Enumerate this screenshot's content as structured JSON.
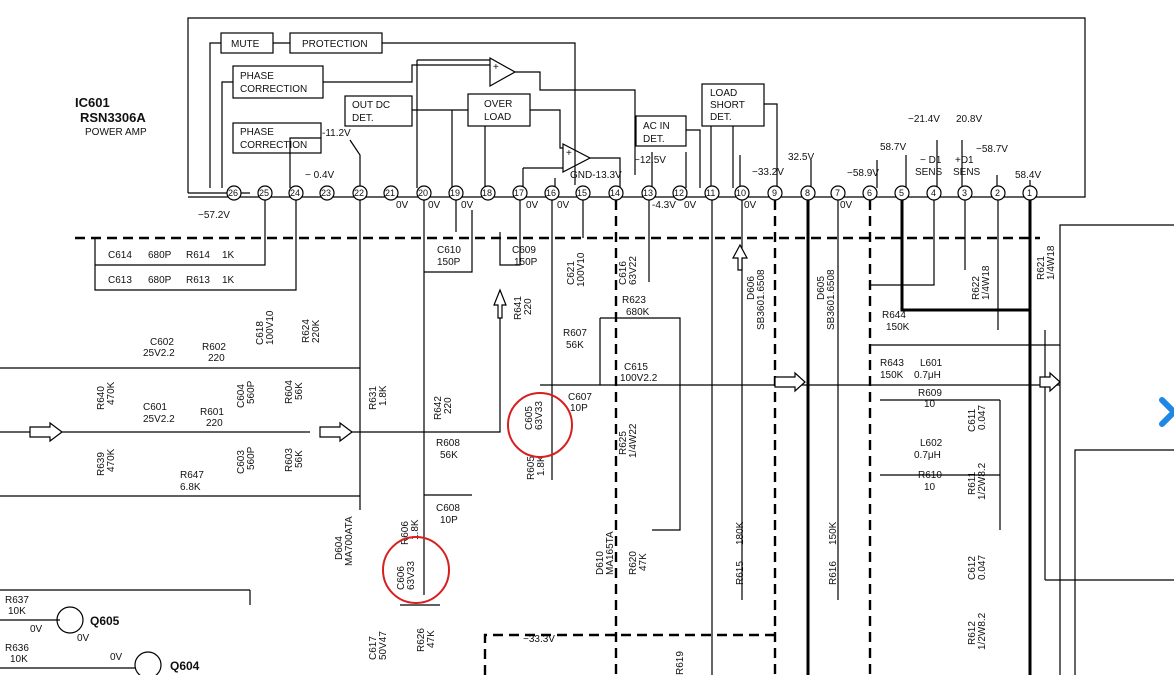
{
  "ic": {
    "ref": "IC601",
    "part": "RSN3306A",
    "desc": "POWER AMP",
    "blocks": {
      "mute": "MUTE",
      "protection": "PROTECTION",
      "phase1_a": "PHASE",
      "phase1_b": "CORRECTION",
      "phase2_a": "PHASE",
      "phase2_b": "CORRECTION",
      "outdc_a": "OUT  DC",
      "outdc_b": "DET.",
      "over_a": "OVER",
      "over_b": "LOAD",
      "load_a": "LOAD",
      "load_b": "SHORT",
      "load_c": "DET.",
      "acin_a": "AC IN",
      "acin_b": "DET."
    },
    "pins": [
      "26",
      "25",
      "24",
      "23",
      "22",
      "21",
      "20",
      "19",
      "18",
      "17",
      "16",
      "15",
      "14",
      "13",
      "12",
      "11",
      "10",
      "9",
      "8",
      "7",
      "6",
      "5",
      "4",
      "3",
      "2",
      "1"
    ],
    "voltages": {
      "v_m112": "-11.2V",
      "v_m04": "− 0.4V",
      "v_m572": "−57.2V",
      "v_gnd": "GND-13.3V",
      "v_m125": "−12.5V",
      "v_m43": "-4.3V",
      "v_m332": "−33.2V",
      "v_325": "32.5V",
      "v_m589": "−58.9V",
      "v_587": "58.7V",
      "v_m214": "−21.4V",
      "v_208": "20.8V",
      "v_m587": "−58.7V",
      "v_584": "58.4V",
      "ov1": "0V",
      "ov2": "0V",
      "ov3": "0V",
      "ov4": "0V",
      "ov5": "0V",
      "ov6": "0V",
      "ov7": "0V",
      "ov8": "0V",
      "d1a": "− D1",
      "d1b": "SENS",
      "d2a": "+D1",
      "d2b": "SENS"
    }
  },
  "components": {
    "c614": "C614",
    "c614v": "680P",
    "r614": "R614",
    "r614v": "1K",
    "c613": "C613",
    "c613v": "680P",
    "r613": "R613",
    "r613v": "1K",
    "c610": "C610",
    "c610v": "150P",
    "c609": "C609",
    "c609v": "150P",
    "c621": "C621",
    "c621v": "100V10",
    "c616": "C616",
    "c616v": "63V22",
    "r623": "R623",
    "r623v": "680K",
    "r641": "R641",
    "r641v": "220",
    "r607": "R607",
    "r607v": "56K",
    "c615": "C615",
    "c615v": "100V2.2",
    "c618": "C618",
    "c618v": "100V10",
    "r624": "R624",
    "r624v": "220K",
    "c602": "C602",
    "c602v": "25V2.2",
    "r602": "R602",
    "r602v": "220",
    "c601": "C601",
    "c601v": "25V2.2",
    "r601": "R601",
    "r601v": "220",
    "r640": "R640",
    "r640v": "470K",
    "r639": "R639",
    "r639v": "470K",
    "c604": "C604",
    "c604v": "560P",
    "c603": "C603",
    "c603v": "560P",
    "r604": "R604",
    "r604v": "56K",
    "r603": "R603",
    "r603v": "56K",
    "r647": "R647",
    "r647v": "6.8K",
    "r631": "R631",
    "r631v": "1.8K",
    "r642": "R642",
    "r642v": "220",
    "c605": "C605",
    "c605v": "63V33",
    "c607": "C607",
    "c607v": "10P",
    "r605": "R605",
    "r605v": "1.8K",
    "r608": "R608",
    "r608v": "56K",
    "c608": "C608",
    "c608v": "10P",
    "r606": "R606",
    "r606v": "1.8K",
    "c606": "C606",
    "c606v": "63V33",
    "d604": "D604",
    "d604v": "MA700ATA",
    "r625": "R625",
    "r625v": "1/4W22",
    "d610": "D610",
    "d610v": "MA165TA",
    "r620": "R620",
    "r620v": "47K",
    "r615": "R615",
    "r615v": "180K",
    "r616": "R616",
    "r616v": "150K",
    "d606": "D606",
    "d606v": "SB3601.6508",
    "d605": "D605",
    "d605v": "SB3601.6508",
    "r622": "R622",
    "r622v": "1/4W18",
    "r621": "R621",
    "r621v": "1/4W18",
    "r644": "R644",
    "r644v": "150K",
    "r643": "R643",
    "r643v": "150K",
    "l601": "L601",
    "l601v": "0.7μH",
    "r609": "R609",
    "r609v": "10",
    "c611": "C611",
    "c611v": "0.047",
    "l602": "L602",
    "l602v": "0.7μH",
    "r610": "R610",
    "r610v": "10",
    "r611": "R611",
    "r611v": "1/2W8.2",
    "c612": "C612",
    "c612v": "0.047",
    "r612": "R612",
    "r612v": "1/2W8.2",
    "c617": "C617",
    "c617v": "50V47",
    "r626": "R626",
    "r626v": "47K",
    "r637": "R637",
    "r637v": "10K",
    "r636": "R636",
    "r636v": "10K",
    "q605": "Q605",
    "q604": "Q604",
    "q_ov1": "0V",
    "q_ov2": "0V",
    "q_ov3": "0V",
    "r619": "R619",
    "rail": "−33.3V"
  }
}
